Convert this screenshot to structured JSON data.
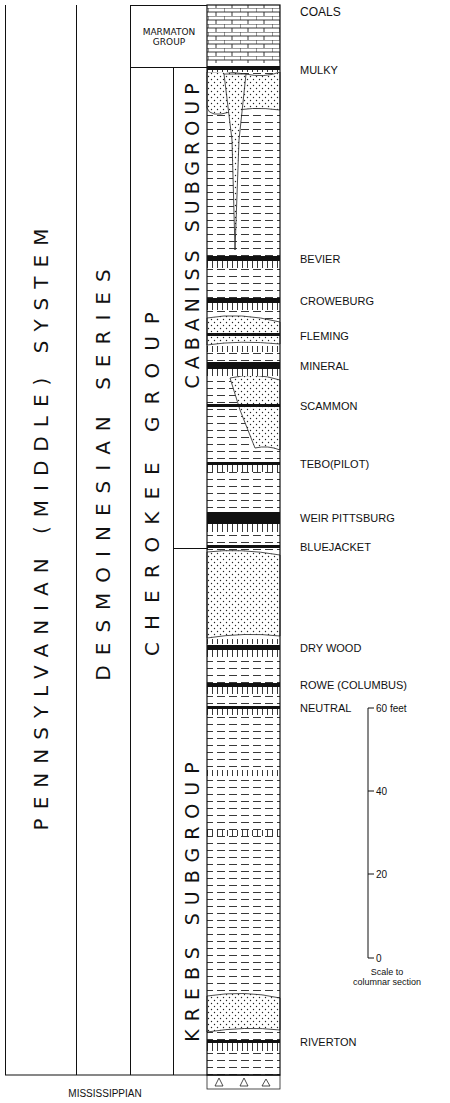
{
  "diagram": {
    "nodes": [
      {
        "text": [
          "PENNSYLVANIAN (MIDDLE) SYSTEM"
        ]
      },
      {
        "text": [
          "DESMOINESIAN SERIES"
        ],
        "in": 0
      },
      {
        "text": [
          "MARMATON GROUP"
        ],
        "in": 1
      },
      {
        "text": [
          "CHEROKEE GROUP"
        ],
        "in": 1
      },
      {
        "text": [
          "CABANISS SUBGROUP"
        ],
        "in": 3
      },
      {
        "text": [
          "KREBS SUBGROUP"
        ],
        "in": 3
      }
    ],
    "labels": [
      "COALS",
      "MULKY",
      "BEVIER",
      "CROWEBURG",
      "FLEMING",
      "MINERAL",
      "SCAMMON",
      "TEBO(PILOT)",
      "WEIR PITTSBURG",
      "BLUEJACKET",
      "DRY WOOD",
      "ROWE (COLUMBUS)",
      "NEUTRAL",
      "RIVERTON",
      "60 feet",
      "40",
      "20",
      "0",
      "Scale to columnar section",
      "MISSISSIPPIAN"
    ]
  }
}
